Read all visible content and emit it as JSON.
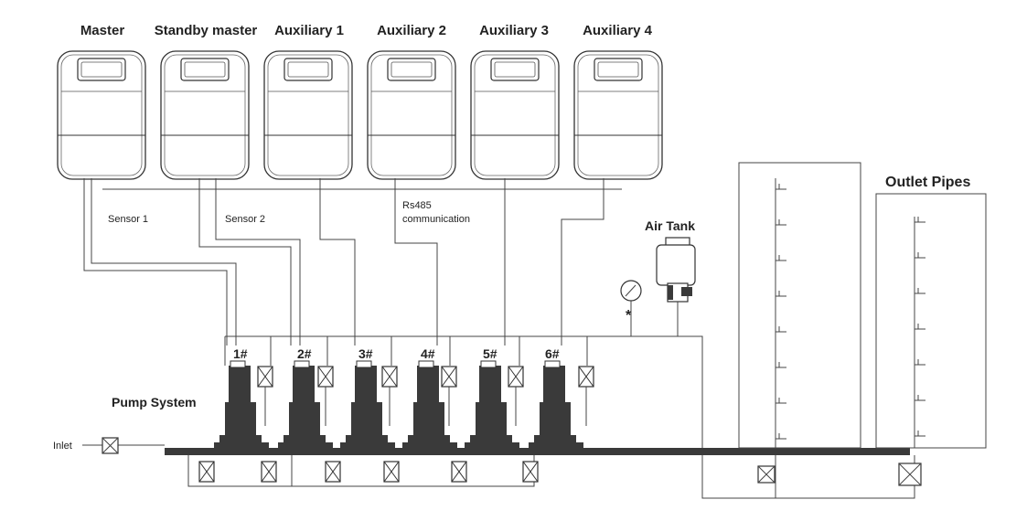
{
  "controllers": [
    {
      "label": "Master"
    },
    {
      "label": "Standby master"
    },
    {
      "label": "Auxiliary 1"
    },
    {
      "label": "Auxiliary 2"
    },
    {
      "label": "Auxiliary 3"
    },
    {
      "label": "Auxiliary 4"
    }
  ],
  "signals": {
    "sensor1": "Sensor 1",
    "sensor2": "Sensor 2",
    "rs485_line1": "Rs485",
    "rs485_line2": "communication"
  },
  "pumps": [
    "1#",
    "2#",
    "3#",
    "4#",
    "5#",
    "6#"
  ],
  "labels": {
    "pump_system": "Pump System",
    "inlet": "Inlet",
    "air_tank": "Air Tank",
    "outlet_pipes": "Outlet Pipes"
  },
  "colors": {
    "line": "#444444",
    "pump_body": "#3a3a3a",
    "background": "#ffffff"
  }
}
